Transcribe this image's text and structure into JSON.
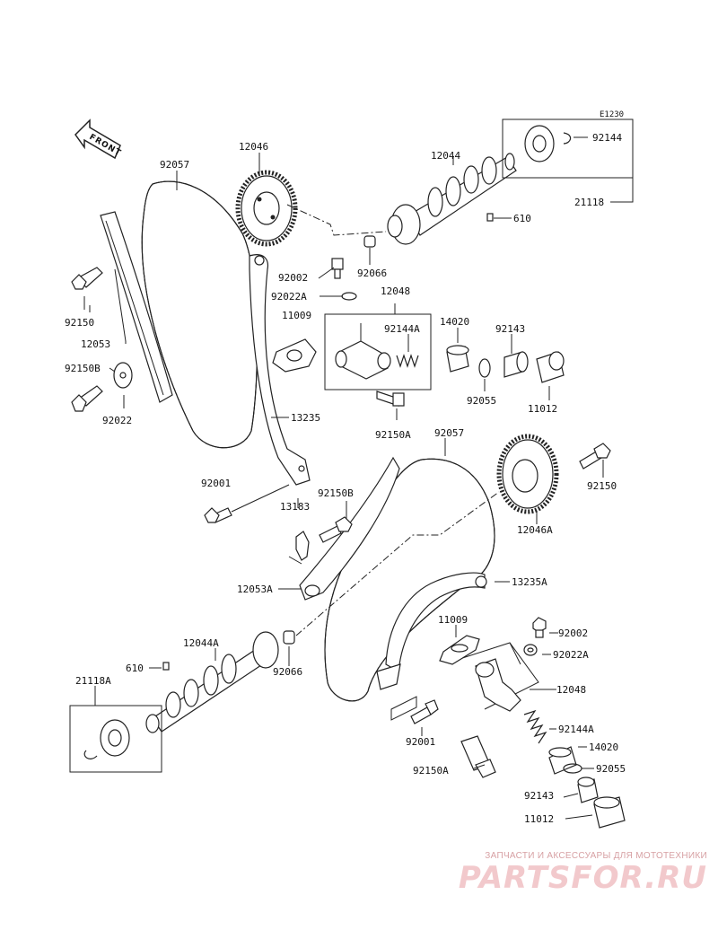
{
  "diagram": {
    "code": "E1230",
    "front_label": "FRONT",
    "part_labels": [
      "12046",
      "92057",
      "92150",
      "12053",
      "92150B",
      "92022",
      "92002",
      "92066",
      "12044",
      "92144",
      "21118",
      "610",
      "92022A",
      "12048",
      "11009",
      "92144A",
      "14020",
      "92143",
      "92055",
      "11012",
      "13235",
      "92150A",
      "92001",
      "92057",
      "12046A",
      "92150",
      "92150B",
      "13183",
      "12053A",
      "13235A",
      "11009",
      "92002",
      "92022A",
      "12044A",
      "610",
      "92066",
      "21118A",
      "12048",
      "92144A",
      "14020",
      "92001",
      "92055",
      "92150A",
      "92143",
      "11012"
    ]
  },
  "watermark": {
    "tagline": "ЗАПЧАСТИ И АКСЕССУАРЫ ДЛЯ МОТОТЕХНИКИ",
    "brand": "PARTSFOR.RU"
  },
  "colors": {
    "ink": "#222222",
    "watermark": "#f2c9cc",
    "background": "#ffffff"
  }
}
